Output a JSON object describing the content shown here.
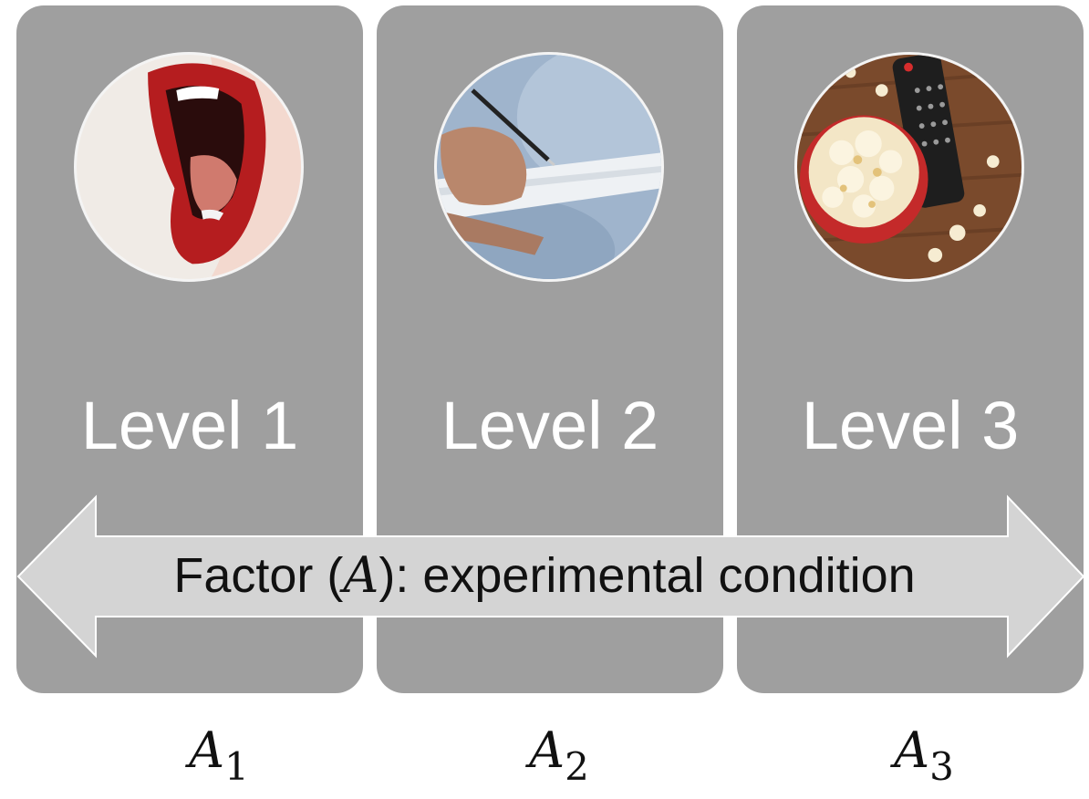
{
  "levels": [
    {
      "label": "Level 1",
      "image": "open-mouth-red-lips-photo"
    },
    {
      "label": "Level 2",
      "image": "hands-writing-on-paper-photo"
    },
    {
      "label": "Level 3",
      "image": "popcorn-bowl-and-remote-photo"
    }
  ],
  "arrow": {
    "prefix": "Factor (",
    "variable": "A",
    "suffix": "): experimental condition"
  },
  "subscripts": [
    {
      "var": "A",
      "index": "1"
    },
    {
      "var": "A",
      "index": "2"
    },
    {
      "var": "A",
      "index": "3"
    }
  ],
  "colors": {
    "panel": "#9f9f9f",
    "arrow_fill": "#d4d4d4",
    "arrow_stroke": "#ffffff",
    "label_text": "#ffffff"
  }
}
